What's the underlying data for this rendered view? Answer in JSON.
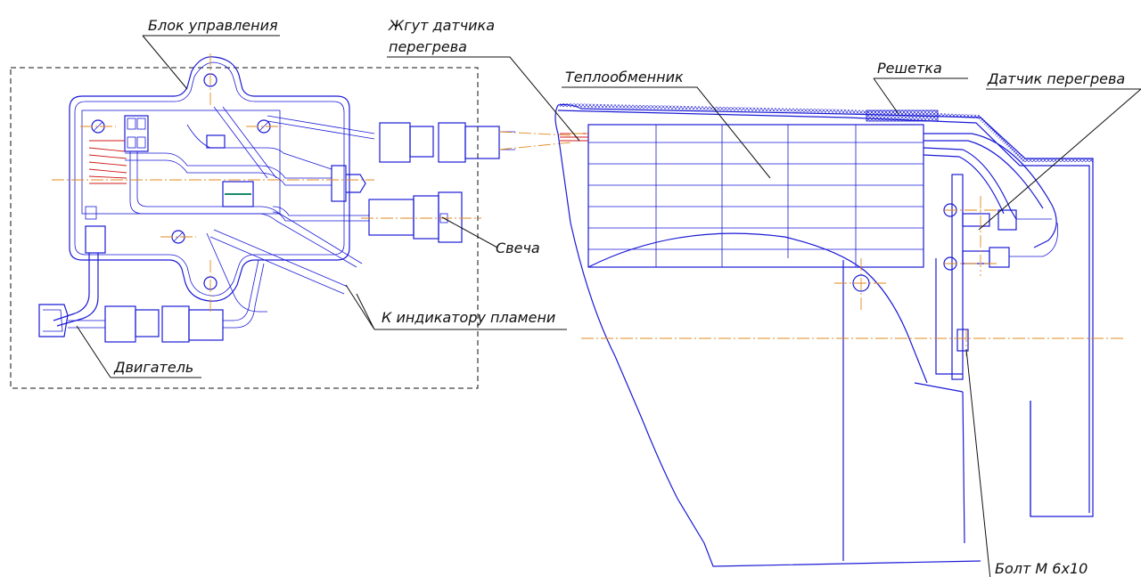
{
  "labels": {
    "control_unit": "Блок управления",
    "overheat_harness_line1": "Жгут датчика",
    "overheat_harness_line2": "перегрева",
    "heat_exchanger": "Теплообменник",
    "grille": "Решетка",
    "overheat_sensor": "Датчик перегрева",
    "glow_plug": "Свеча",
    "flame_indicator": "К индикатору пламени",
    "motor": "Двигатель",
    "bolt": "Болт М 6x10"
  },
  "colors": {
    "outline": "#1a1ad6",
    "centerline": "#e08a1e",
    "wiring": "#d01818",
    "leader": "#111111"
  }
}
